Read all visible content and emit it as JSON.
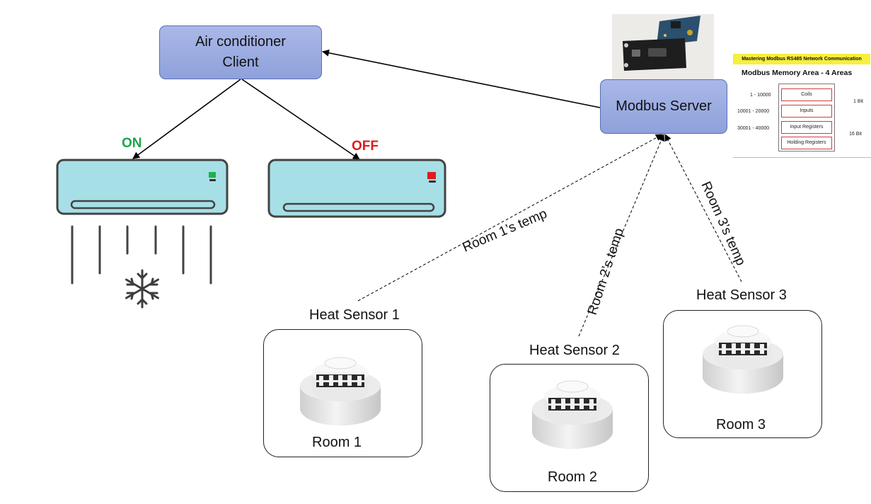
{
  "nodes": {
    "client_line1": "Air conditioner",
    "client_line2": "Client",
    "server": "Modbus Server"
  },
  "states": {
    "on": "ON",
    "off": "OFF"
  },
  "colors": {
    "on": "#1aa64a",
    "off": "#e01b1b",
    "node_fill": "#9aabe2",
    "ac_body": "#a6dfe6"
  },
  "links": {
    "room1": "Room 1’s temp",
    "room2": "Room 2’s temp",
    "room3": "Room 3’s temp"
  },
  "sensors": [
    {
      "title": "Heat Sensor 1",
      "room": "Room 1"
    },
    {
      "title": "Heat Sensor 2",
      "room": "Room 2"
    },
    {
      "title": "Heat Sensor 3",
      "room": "Room 3"
    }
  ],
  "memory_map": {
    "banner": "Mastering Modbus RS485 Network Communication",
    "title": "Modbus Memory Area  - 4 Areas",
    "rows": [
      {
        "range": "1 - 10000",
        "name": "Coils"
      },
      {
        "range": "10001 - 20000",
        "name": "Inputs"
      },
      {
        "range": "30001 - 40000",
        "name": "Input Registers"
      },
      {
        "range": "",
        "name": "Holding Registers"
      }
    ],
    "bit1": "1 Bit",
    "bit16": "16 Bit"
  },
  "icons": [
    "modbus-card-image",
    "air-conditioner-on-icon",
    "air-conditioner-off-icon",
    "snowflake-icon",
    "smoke-detector-icon"
  ]
}
